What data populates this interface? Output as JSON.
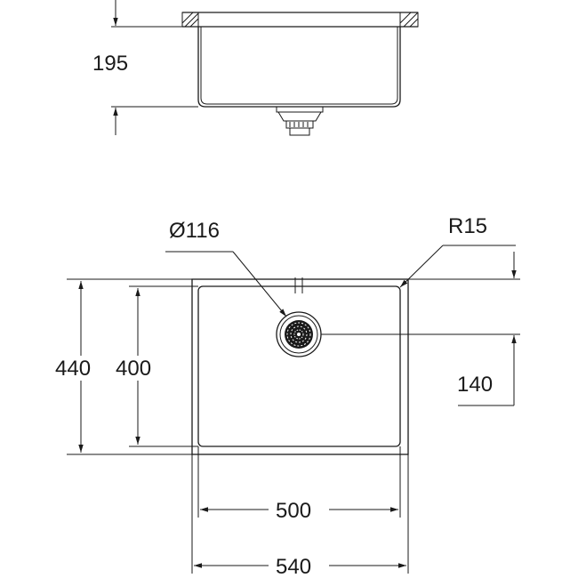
{
  "drawing": {
    "side_view": {
      "height_label": "195"
    },
    "top_view": {
      "drain_diameter_label": "Ø116",
      "corner_radius_label": "R15",
      "outer_depth_label": "440",
      "inner_depth_label": "400",
      "drain_offset_label": "140",
      "inner_width_label": "500",
      "outer_width_label": "540"
    }
  }
}
